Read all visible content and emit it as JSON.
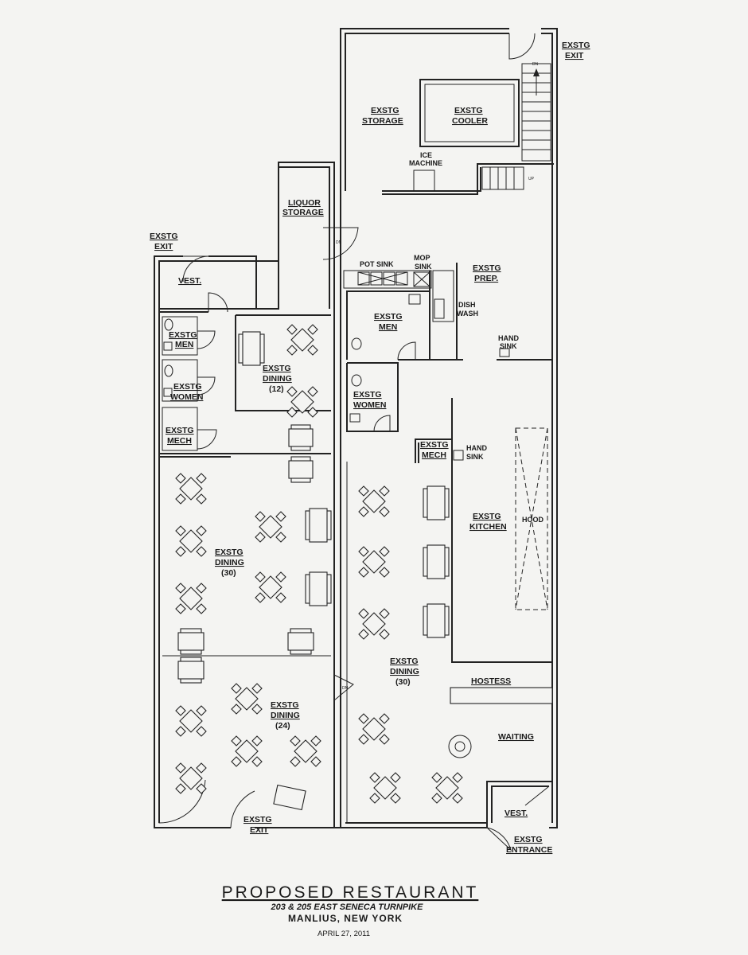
{
  "rooms": {
    "exit_top_right": [
      "EXSTG",
      "EXIT"
    ],
    "dn_top": "DN",
    "storage": [
      "EXSTG",
      "STORAGE"
    ],
    "cooler": [
      "EXSTG",
      "COOLER"
    ],
    "ice_machine": [
      "ICE",
      "MACHINE"
    ],
    "up": "UP",
    "liquor_storage": [
      "LIQUOR",
      "STORAGE"
    ],
    "dn_mid": "DN",
    "exit_left": [
      "EXSTG",
      "EXIT"
    ],
    "vest_left": "VEST.",
    "pot_sink": "POT SINK",
    "mop_sink": [
      "MOP",
      "SINK"
    ],
    "prep": [
      "EXSTG",
      "PREP."
    ],
    "dish_wash": [
      "DISH",
      "WASH"
    ],
    "hand_sink_1": [
      "HAND",
      "SINK"
    ],
    "men_right": [
      "EXSTG",
      "MEN"
    ],
    "men_left": [
      "EXSTG",
      "MEN"
    ],
    "women_left": [
      "EXSTG",
      "WOMEN"
    ],
    "women_right": [
      "EXSTG",
      "WOMEN"
    ],
    "dining_12": [
      "EXSTG",
      "DINING",
      "(12)"
    ],
    "mech_left": [
      "EXSTG",
      "MECH"
    ],
    "mech_right": [
      "EXSTG",
      "MECH"
    ],
    "hand_sink_2": [
      "HAND",
      "SINK"
    ],
    "kitchen": [
      "EXSTG",
      "KITCHEN"
    ],
    "hood": "HOOD",
    "dining_30_left": [
      "EXSTG",
      "DINING",
      "(30)"
    ],
    "dining_30_right": [
      "EXSTG",
      "DINING",
      "(30)"
    ],
    "dn_lower": "DN",
    "hostess": "HOSTESS",
    "dining_24": [
      "EXSTG",
      "DINING",
      "(24)"
    ],
    "waiting": "WAITING",
    "vest_right": "VEST.",
    "exit_bottom": [
      "EXSTG",
      "EXIT"
    ],
    "entrance": [
      "EXSTG",
      "ENTRANCE"
    ]
  },
  "title_block": {
    "title": "PROPOSED RESTAURANT",
    "address": "203 & 205 EAST SENECA TURNPIKE",
    "city": "MANLIUS, NEW YORK",
    "date": "APRIL 27, 2011"
  }
}
